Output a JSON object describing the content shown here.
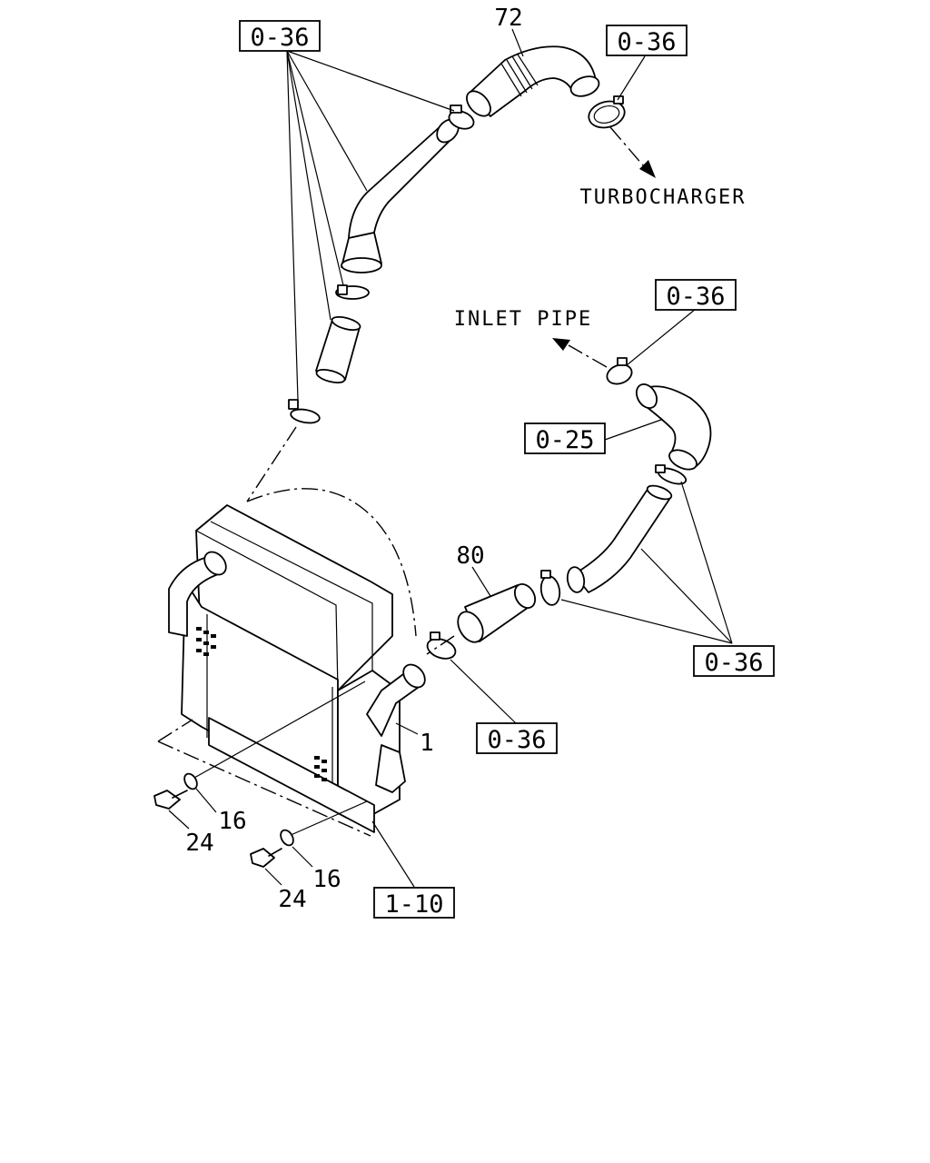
{
  "callouts": {
    "ref_top_left": "0-36",
    "ref_top_right": "0-36",
    "ref_inlet_clamp": "0-36",
    "ref_hose_bend": "0-25",
    "ref_right_clamps": "0-36",
    "ref_center_clamp": "0-36",
    "ref_intercooler": "1-10"
  },
  "parts": {
    "p72": "72",
    "p80": "80",
    "p1": "1",
    "p16a": "16",
    "p24a": "24",
    "p16b": "16",
    "p24b": "24"
  },
  "notes": {
    "turbocharger": "TURBOCHARGER",
    "inlet_pipe": "INLET PIPE"
  }
}
